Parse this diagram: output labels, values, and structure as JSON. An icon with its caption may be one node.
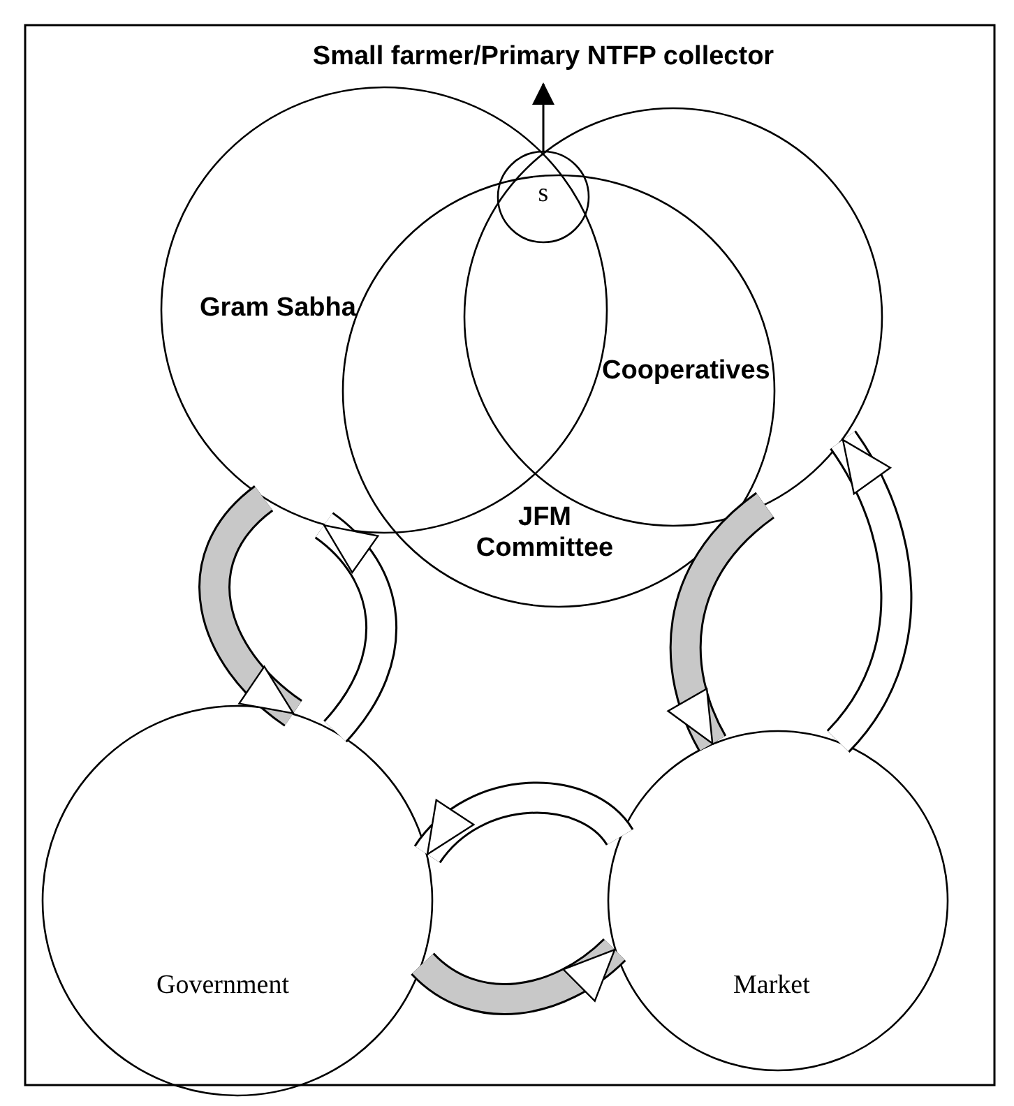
{
  "diagram": {
    "nodes": [
      {
        "text": [
          "Small farmer/Primary NTFP collector"
        ]
      },
      {
        "text": [
          "Gram Sabha"
        ]
      },
      {
        "text": [
          "Cooperatives"
        ]
      },
      {
        "text": [
          "JFM Committee"
        ]
      },
      {
        "text": [
          "s"
        ]
      },
      {
        "text": [
          "Government"
        ]
      },
      {
        "text": [
          "Market"
        ]
      }
    ],
    "edges": [
      {
        "from": 4,
        "to": 0,
        "arrow": "to"
      },
      {
        "from": 1,
        "to": 5,
        "arrow": "to"
      },
      {
        "from": 5,
        "to": 1,
        "arrow": "to"
      },
      {
        "from": 2,
        "to": 6,
        "arrow": "to"
      },
      {
        "from": 6,
        "to": 2,
        "arrow": "to"
      },
      {
        "from": 6,
        "to": 5,
        "arrow": "to"
      },
      {
        "from": 5,
        "to": 6,
        "arrow": "to"
      }
    ]
  }
}
